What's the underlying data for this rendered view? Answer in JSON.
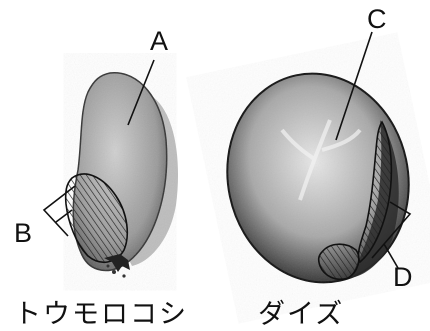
{
  "labels": {
    "A": "A",
    "B": "B",
    "C": "C",
    "D": "D"
  },
  "seeds": {
    "left": "トウモロコシ",
    "right": "ダイズ"
  }
}
